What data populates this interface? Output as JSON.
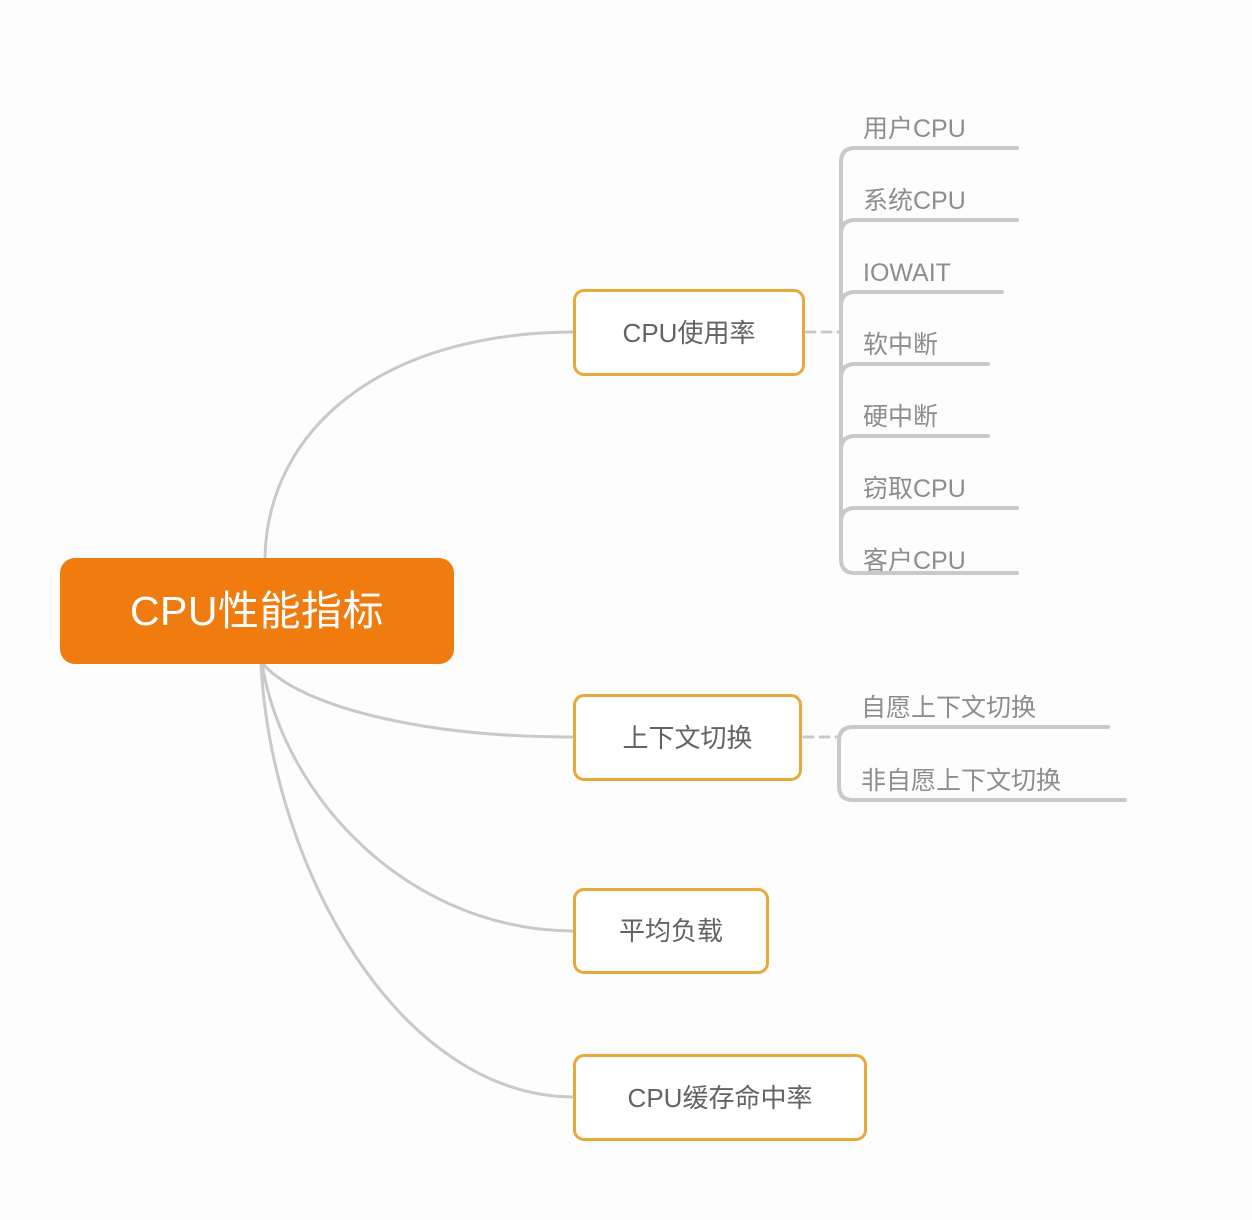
{
  "diagram": {
    "type": "mindmap",
    "title": "CPU性能指标",
    "background_color": "#fdfdfd",
    "root": {
      "label": "CPU性能指标",
      "fill_color": "#F07B0F",
      "text_color": "#ffffff"
    },
    "branch_style": {
      "border_color": "#E9A83A",
      "fill_color": "#ffffff",
      "text_color": "#636363"
    },
    "leaf_style": {
      "line_color": "#c9c9c9",
      "text_color": "#8d8d8d"
    },
    "edge_color": "#c9c9c9",
    "branches": [
      {
        "label": "CPU使用率",
        "children": [
          {
            "label": "用户CPU"
          },
          {
            "label": "系统CPU"
          },
          {
            "label": "IOWAIT"
          },
          {
            "label": "软中断"
          },
          {
            "label": "硬中断"
          },
          {
            "label": "窃取CPU"
          },
          {
            "label": "客户CPU"
          }
        ]
      },
      {
        "label": "上下文切换",
        "children": [
          {
            "label": "自愿上下文切换"
          },
          {
            "label": "非自愿上下文切换"
          }
        ]
      },
      {
        "label": "平均负载",
        "children": []
      },
      {
        "label": "CPU缓存命中率",
        "children": []
      }
    ]
  }
}
